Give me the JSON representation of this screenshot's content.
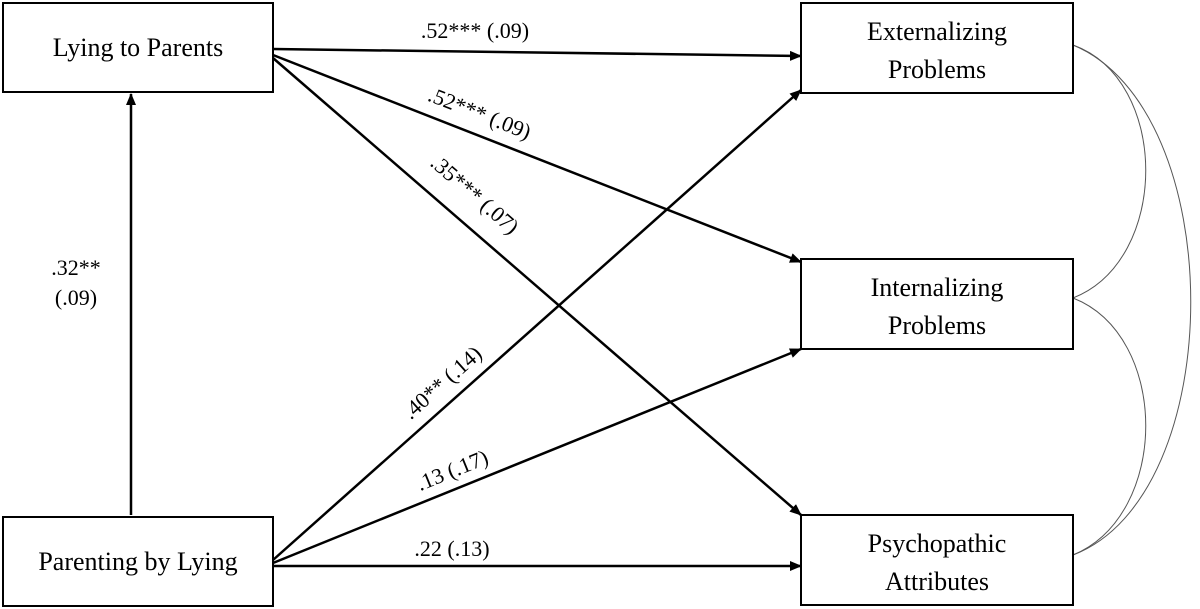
{
  "nodes": {
    "lying_to_parents": {
      "lines": [
        "Lying to Parents"
      ]
    },
    "parenting_by_lying": {
      "lines": [
        "Parenting by Lying"
      ]
    },
    "externalizing": {
      "lines": [
        "Externalizing",
        "Problems"
      ]
    },
    "internalizing": {
      "lines": [
        "Internalizing",
        "Problems"
      ]
    },
    "psychopathic": {
      "lines": [
        "Psychopathic",
        "Attributes"
      ]
    }
  },
  "paths": {
    "ltp_to_ext": ".52*** (.09)",
    "ltp_to_int": ".52*** (.09)",
    "ltp_to_psy": ".35*** (.07)",
    "pbl_to_ltp": {
      "line1": ".32**",
      "line2": "(.09)"
    },
    "pbl_to_ext": ".40** (.14)",
    "pbl_to_int": ".13 (.17)",
    "pbl_to_psy": ".22 (.13)"
  }
}
